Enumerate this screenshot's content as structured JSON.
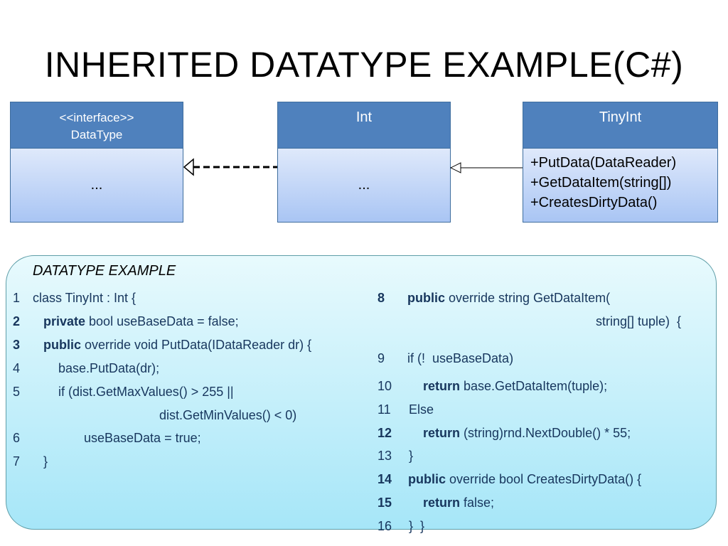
{
  "title": "INHERITED DATATYPE EXAMPLE(C#)",
  "uml": {
    "datatype": {
      "stereotype": "<<interface>>",
      "name": "DataType",
      "body": "..."
    },
    "int": {
      "name": "Int",
      "body": "..."
    },
    "tinyint": {
      "name": "TinyInt",
      "methods": [
        "+PutData(DataReader)",
        "+GetDataItem(string[])",
        "+CreatesDirtyData()"
      ]
    }
  },
  "panel": {
    "title": "DATATYPE EXAMPLE",
    "left": [
      {
        "n": "1",
        "kw": "",
        "rest": "class TinyInt : Int {"
      },
      {
        "n": "2",
        "kw": "private",
        "rest": " bool useBaseData = false;"
      },
      {
        "n": "3",
        "kw": "public",
        "rest": " override void PutData(IDataReader dr) {"
      },
      {
        "n": "4",
        "kw": "",
        "rest": "base.PutData(dr);"
      },
      {
        "n": "5",
        "kw": "",
        "rest": "if (dist.GetMaxValues() > 255 ||"
      },
      {
        "n": "",
        "kw": "",
        "rest": "dist.GetMinValues() < 0)"
      },
      {
        "n": "6",
        "kw": "",
        "rest": "useBaseData = true;"
      },
      {
        "n": "7",
        "kw": "",
        "rest": "}"
      }
    ],
    "right": [
      {
        "n": "8",
        "kw": "public",
        "rest": " override string GetDataItem("
      },
      {
        "n": "",
        "kw": "",
        "rest": "string[] tuple)  {"
      },
      {
        "n": "9",
        "kw": "",
        "rest": "if (!  useBaseData)"
      },
      {
        "n": "10",
        "kw": "return",
        "rest": " base.GetDataItem(tuple);"
      },
      {
        "n": "11",
        "kw": "",
        "rest": "Else"
      },
      {
        "n": "12",
        "kw": "return",
        "rest": " (string)rnd.NextDouble() * 55;"
      },
      {
        "n": "13",
        "kw": "",
        "rest": "}"
      },
      {
        "n": "14",
        "kw": "public",
        "rest": " override bool CreatesDirtyData() {"
      },
      {
        "n": "15",
        "kw": "return",
        "rest": " false;"
      },
      {
        "n": "16",
        "kw": "",
        "rest": "}  }"
      }
    ]
  }
}
